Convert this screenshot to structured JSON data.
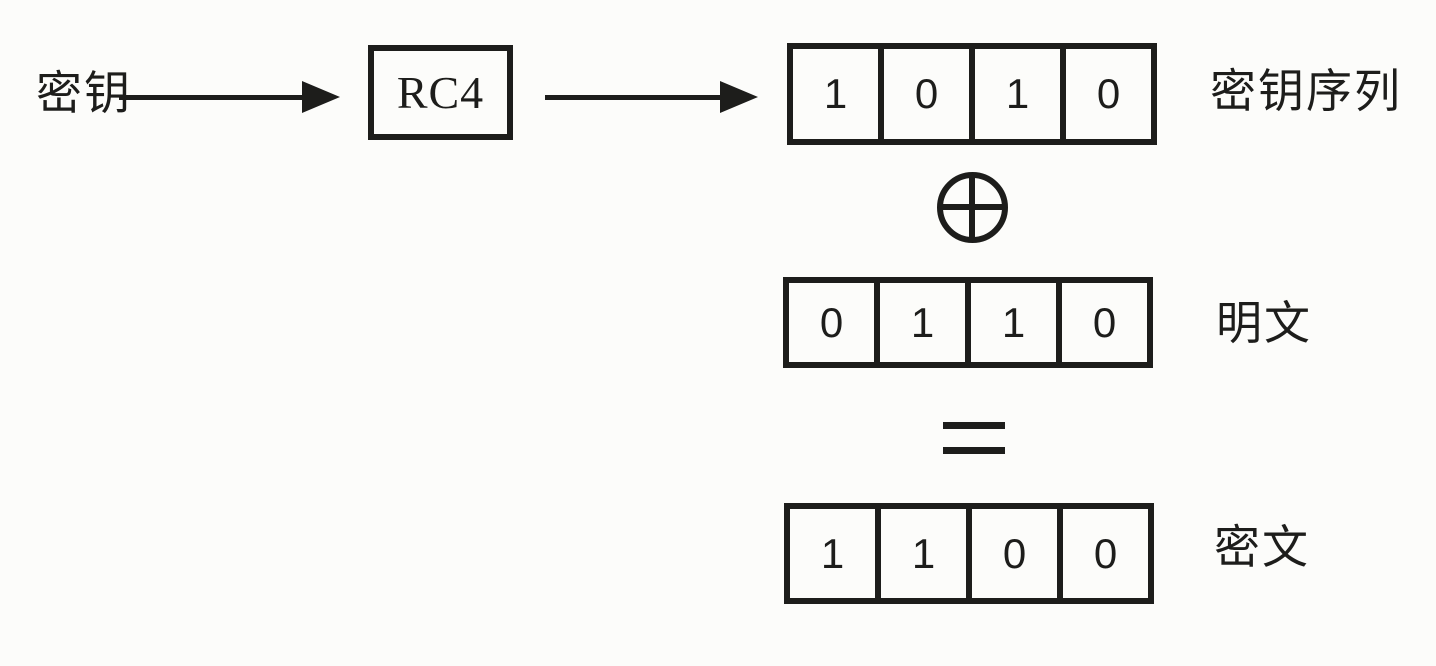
{
  "colors": {
    "background": "#fcfcfa",
    "ink": "#1d1d1b"
  },
  "diagram": {
    "key_label": "密钥",
    "rc4_box_label": "RC4",
    "keystream_row": {
      "bits": [
        "1",
        "0",
        "1",
        "0"
      ],
      "label": "密钥序列"
    },
    "xor_operator": "⊕",
    "plaintext_row": {
      "bits": [
        "0",
        "1",
        "1",
        "0"
      ],
      "label": "明文"
    },
    "equals_operator": "=",
    "ciphertext_row": {
      "bits": [
        "1",
        "1",
        "0",
        "0"
      ],
      "label": "密文"
    }
  }
}
